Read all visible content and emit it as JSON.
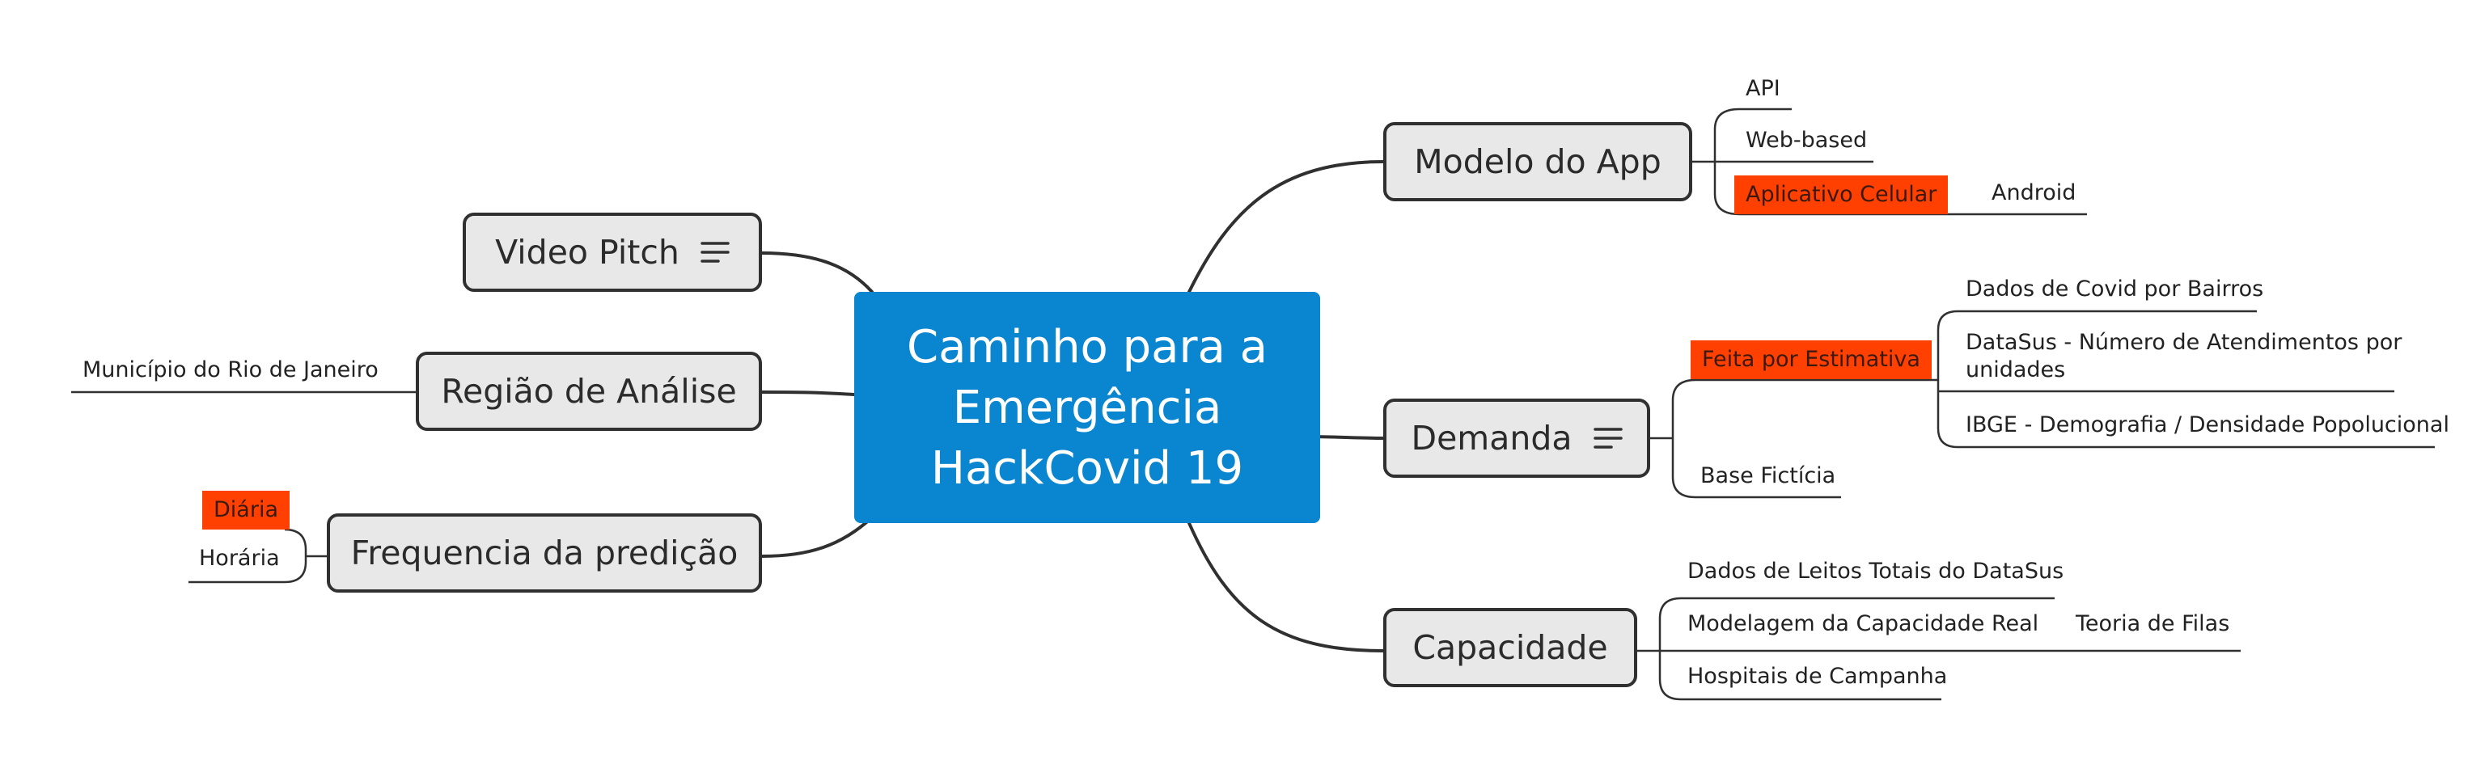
{
  "central": {
    "line1": "Caminho para a",
    "line2": "Emergência",
    "line3": "HackCovid 19"
  },
  "topics": {
    "modelo": "Modelo do App",
    "demanda": "Demanda",
    "capacidade": "Capacidade",
    "video": "Video Pitch",
    "regiao": "Região de Análise",
    "frequencia": "Frequencia da predição"
  },
  "modelo": {
    "api": "API",
    "web": "Web-based",
    "celular": "Aplicativo Celular",
    "android": "Android"
  },
  "demanda": {
    "estimativa": "Feita por Estimativa",
    "covid_bairros": "Dados de Covid por Bairros",
    "datasus": "DataSus - Número de Atendimentos por unidades",
    "ibge": "IBGE - Demografia / Densidade Popolucional",
    "base": "Base Fictícia"
  },
  "capacidade": {
    "leitos": "Dados de Leitos Totais do DataSus",
    "modelagem": "Modelagem da Capacidade Real",
    "filas": "Teoria de Filas",
    "hospitais": "Hospitais de Campanha"
  },
  "regiao": {
    "municipio": "Município do Rio de Janeiro"
  },
  "frequencia": {
    "diaria": "Diária",
    "horaria": "Horária"
  },
  "colors": {
    "central": "#0a86d0",
    "highlight": "#ff4000",
    "topic_fill": "#e8e8e8",
    "line": "#303030"
  },
  "icons": {
    "notes": "notes-icon"
  }
}
